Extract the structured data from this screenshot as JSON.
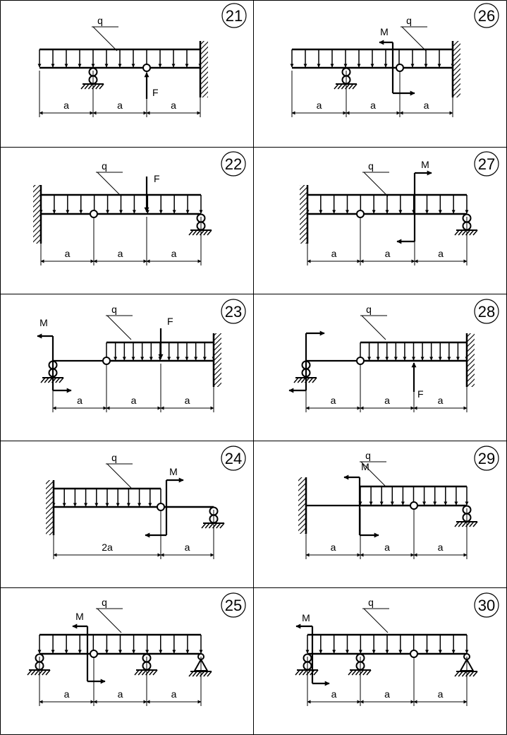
{
  "colors": {
    "ink": "#000000",
    "background": "#ffffff"
  },
  "symbols": {
    "q": "q",
    "F": "F",
    "M": "M",
    "a": "a",
    "two_a": "2a"
  },
  "panels": [
    {
      "number": "21",
      "spans": [
        "a",
        "a",
        "a"
      ]
    },
    {
      "number": "26",
      "spans": [
        "a",
        "a",
        "a"
      ]
    },
    {
      "number": "22",
      "spans": [
        "a",
        "a",
        "a"
      ]
    },
    {
      "number": "27",
      "spans": [
        "a",
        "a",
        "a"
      ]
    },
    {
      "number": "23",
      "spans": [
        "a",
        "a",
        "a"
      ]
    },
    {
      "number": "28",
      "spans": [
        "a",
        "a",
        "a"
      ]
    },
    {
      "number": "24",
      "spans": [
        "2a",
        "a"
      ]
    },
    {
      "number": "29",
      "spans": [
        "a",
        "a",
        "a"
      ]
    },
    {
      "number": "25",
      "spans": [
        "a",
        "a",
        "a"
      ]
    },
    {
      "number": "30",
      "spans": [
        "a",
        "a",
        "a"
      ]
    }
  ]
}
